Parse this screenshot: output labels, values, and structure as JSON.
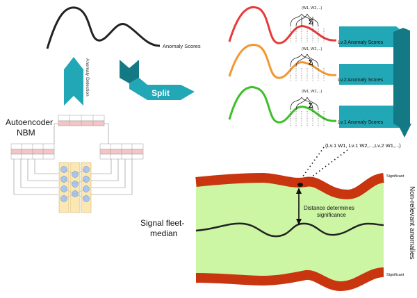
{
  "top_curve": {
    "label": "Anomaly Scores"
  },
  "arrows": {
    "detection": "Anomaly Detection",
    "split": "Split"
  },
  "autoencoder": {
    "line1": "Autoencoder",
    "line2": "NBM"
  },
  "levels": [
    {
      "label": "Lv.3 Anomaly Scores",
      "weights": "(W1, W2,...)",
      "sum": "Σ",
      "color": "#e8393a"
    },
    {
      "label": "Lv.2 Anomaly Scores",
      "weights": "(W1, W2,...)",
      "sum": "Σ",
      "color": "#f4962e"
    },
    {
      "label": "Lv.1 Anomaly Scores",
      "weights": "(W1, W2,...)",
      "sum": "Σ",
      "color": "#3dbf2a"
    }
  ],
  "weight_vector": "(Lv.1 W1, Lv.1 W2,...,Lv.2 W1,...)",
  "band": {
    "significant_top": "Significant",
    "significant_bottom": "Significant",
    "non_relevant": "Non-relevant anomalies",
    "distance_line1": "Distance determines",
    "distance_line2": "significance",
    "median_line1": "Signal fleet-",
    "median_line2": "median"
  },
  "colors": {
    "teal": "#21a7b5",
    "teal_dark": "#137a85",
    "band_fill": "#ccf5a4",
    "band_edge": "#c8350f",
    "table_pink": "#f6c4c4",
    "nn_box": "#fbe7b3"
  }
}
